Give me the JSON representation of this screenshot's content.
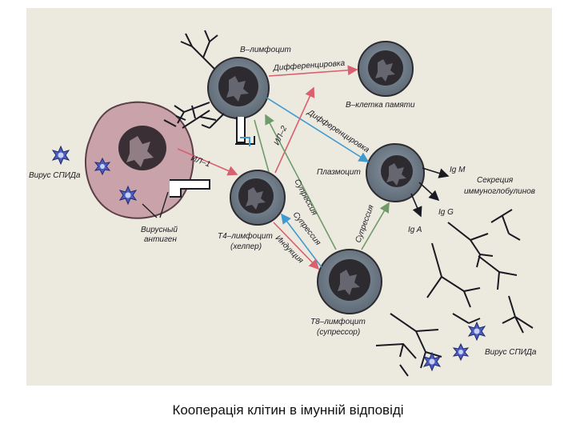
{
  "labels": {
    "b_lymphocyte": "B–лимфоцит",
    "differentiation_top": "Дифференцировка",
    "memory_b_cell": "B–клетка памяти",
    "il2": "ИЛ–2",
    "differentiation_diag": "Дифференцировка",
    "aids_virus_left": "Вирус СПИДа",
    "il1": "ИЛ–1",
    "plasmocyte": "Плазмоцит",
    "igm": "Ig M",
    "secretion_line1": "Секреция",
    "secretion_line2": "иммуноглобулинов",
    "igg": "Ig G",
    "iga": "Ig A",
    "suppression_a": "Супрессия",
    "suppression_b": "Супрессия",
    "suppression_c": "Супрессия",
    "induction": "Индукция",
    "viral_antigen_line1": "Вирусный",
    "viral_antigen_line2": "антиген",
    "t4_line1": "T4–лимфоцит",
    "t4_line2": "(хелпер)",
    "t8_line1": "T8–лимфоцит",
    "t8_line2": "(супрессор)",
    "aids_virus_right": "Вирус СПИДа"
  },
  "caption": "Кооперація клітин в імунній відповіді",
  "colors": {
    "background": "#ece9df",
    "cell_body": "#6f7d89",
    "nucleus": "#2d2a30",
    "macrophage": "#c9a2aa",
    "arrow_red": "#d9606e",
    "arrow_blue": "#3f9ad0",
    "arrow_green": "#6f9a6a",
    "virus": "#4c5fc0",
    "ink": "#1a1a22"
  }
}
